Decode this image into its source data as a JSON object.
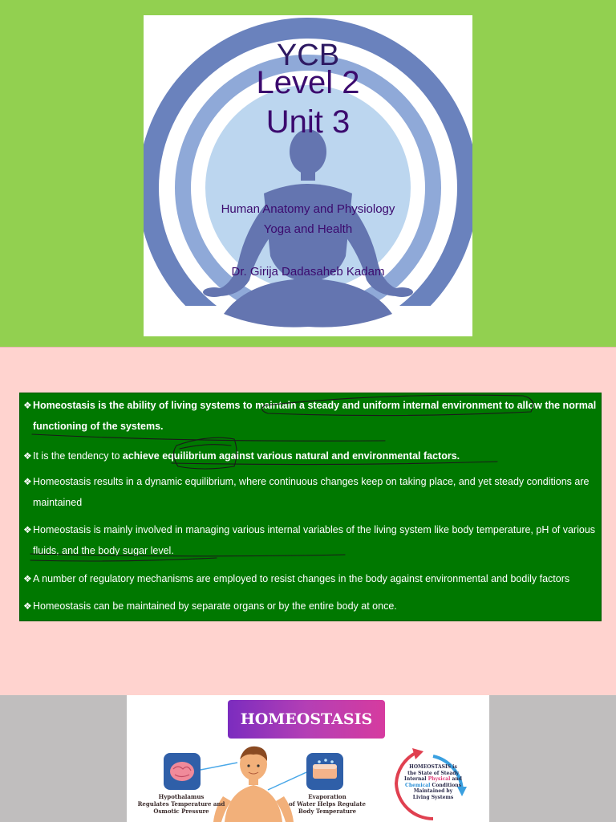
{
  "slide1": {
    "top_label": "YCB",
    "level": "Level 2",
    "unit": "Unit 3",
    "subject_line_1": "Human Anatomy and Physiology",
    "subject_line_2": "Yoga and Health",
    "author": "Dr. Girija Dadasaheb Kadam",
    "colors": {
      "background": "#92d050",
      "ring_outer": "#6a82bd",
      "ring_middle": "#8fa9d8",
      "ring_inner": "#bcd6ef",
      "figure": "#6475b0"
    }
  },
  "slide2": {
    "bullet_glyph": "❖",
    "bullets": [
      {
        "plain": "",
        "bold": "Homeostasis is the ability of living systems to maintain a steady and uniform internal environment to allow the normal functioning of the systems."
      },
      {
        "plain": "It is the tendency to ",
        "bold": "achieve equilibrium against various natural and environmental factors."
      },
      {
        "plain": "Homeostasis results in a dynamic equilibrium, where continuous changes keep on taking place, and yet steady conditions are maintained",
        "bold": ""
      },
      {
        "plain": "Homeostasis is mainly involved in managing various internal variables of the living system like body temperature, pH of various fluids, and the body sugar level.",
        "bold": ""
      },
      {
        "plain": "A number of regulatory mechanisms are employed to resist changes in the body against environmental and bodily  factors",
        "bold": ""
      },
      {
        "plain": "Homeostasis can be maintained by separate organs or by the entire body at once.",
        "bold": ""
      }
    ],
    "colors": {
      "background": "#ffd3cf",
      "box": "#007800",
      "text": "#ffffff",
      "ink": "#1a1a1a"
    }
  },
  "slide3": {
    "banner": "HOMEOSTASIS",
    "label_left_1": "Hypothalamus",
    "label_left_2": "Regulates Temperature and",
    "label_left_3": "Osmotic Pressure",
    "label_mid_1": "Evaporation",
    "label_mid_2": "of Water Helps Regulate",
    "label_mid_3": "Body Temperature",
    "cycle_a": "HOMEOSTASIS is",
    "cycle_b": "the State of Steady",
    "cycle_c1": "Internal ",
    "cycle_c2": "Physical",
    "cycle_c3": " and",
    "cycle_d1": "Chemical",
    "cycle_d2": " Conditions",
    "cycle_e": "Maintained by",
    "cycle_f": "Living Systems",
    "colors": {
      "background": "#c0bebe",
      "banner_start": "#7b2cbf",
      "banner_end": "#d63b9f",
      "icon_tile": "#2f5fa8",
      "arrow_red": "#e04050",
      "arrow_blue": "#3aa0e0"
    }
  }
}
